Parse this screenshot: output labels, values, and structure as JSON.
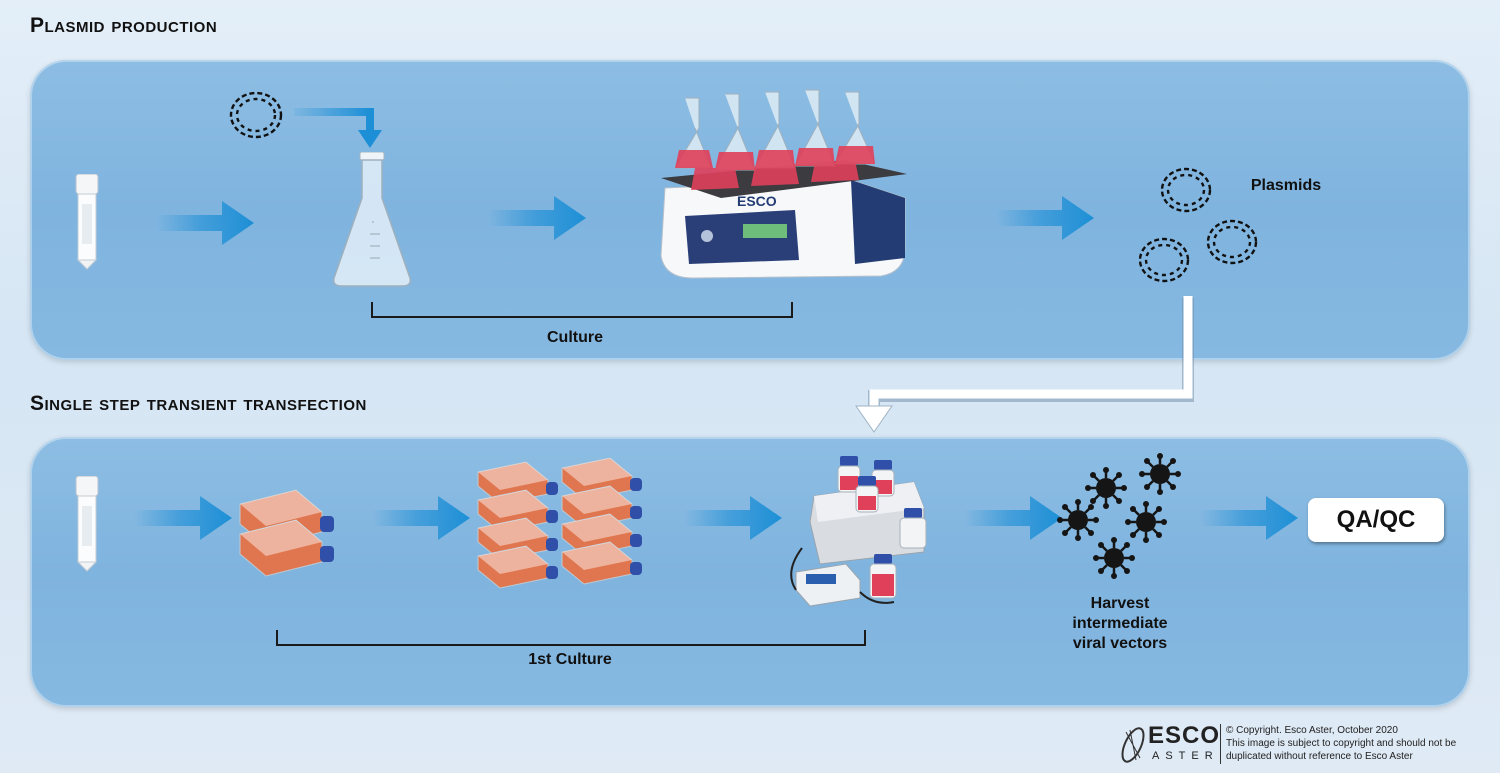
{
  "sections": {
    "plasmid_title": "Plasmid production",
    "transfection_title": "Single step transient transfection"
  },
  "labels": {
    "culture": "Culture",
    "plasmids": "Plasmids",
    "first_culture": "1st Culture",
    "harvest": "Harvest\nintermediate\nviral vectors",
    "qa_qc": "QA/QC"
  },
  "footer": {
    "brand": "ESCO",
    "brand_sub": "ASTER",
    "copyright_line1": "© Copyright. Esco Aster, October 2020",
    "copyright_line2": "This image is subject to copyright and should not be",
    "copyright_line3": "duplicated without reference to Esco Aster"
  },
  "instrument": {
    "shaker_brand": "ESCO"
  },
  "colors": {
    "panel": "#82b6e0",
    "arrow": "#1d8fd6",
    "media_red": "#e0405a",
    "flask_orange": "#e0764f",
    "cap_blue": "#2f4fa8",
    "virus": "#151515"
  },
  "icons": [
    "vial-icon",
    "dna-ring-icon",
    "erlenmeyer-flask-icon",
    "orbital-shaker-icon",
    "cell-culture-flask-icon",
    "bioreactor-icon",
    "virus-icon",
    "flow-arrow-icon"
  ]
}
